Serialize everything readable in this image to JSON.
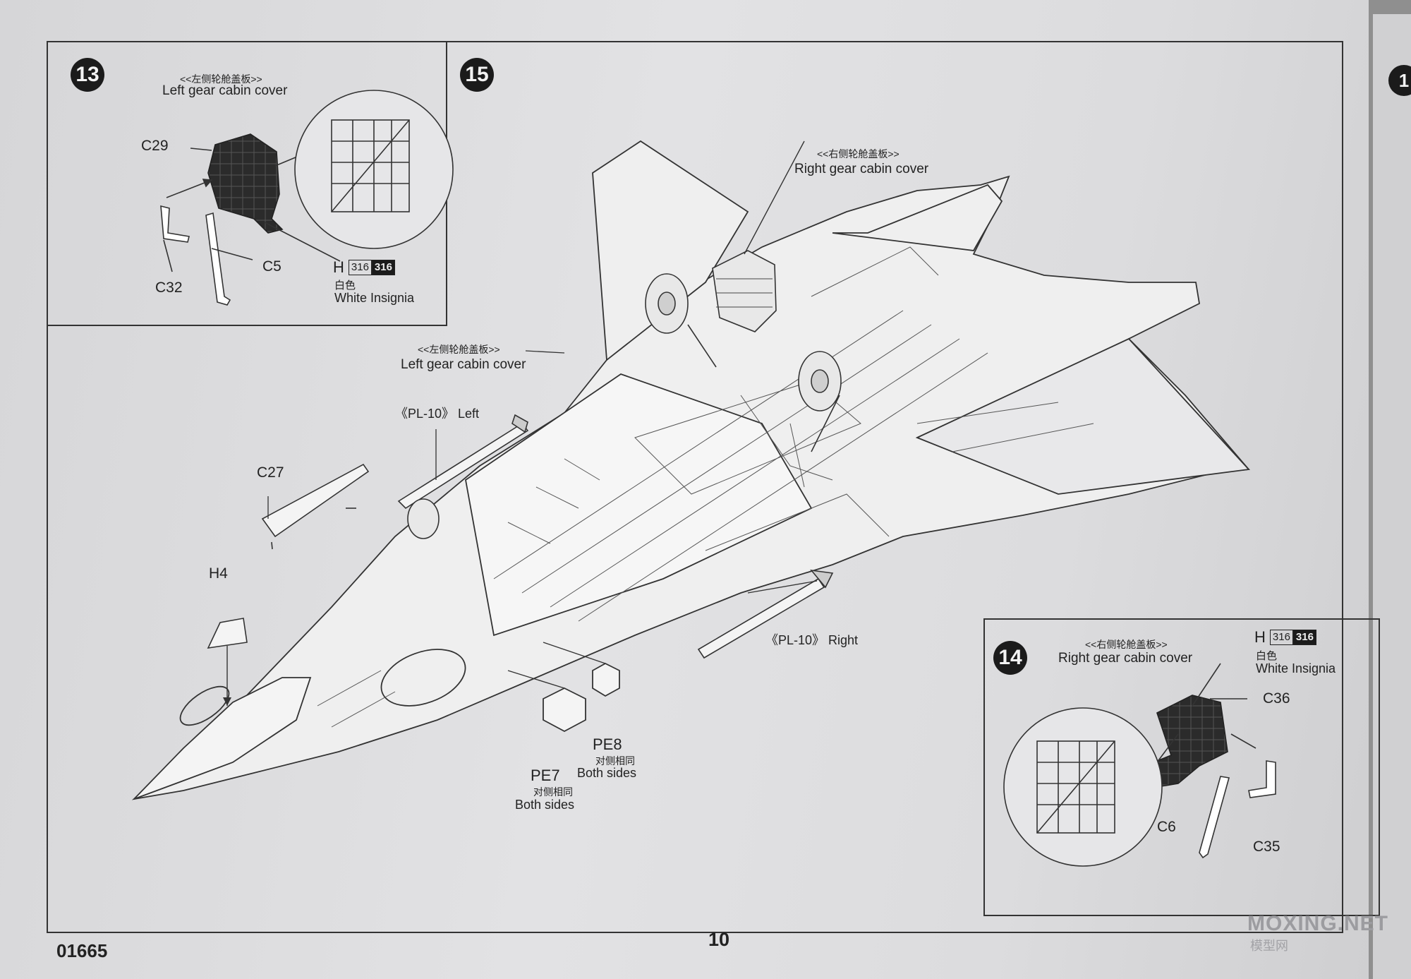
{
  "page": {
    "number": "10",
    "catalog_code": "01665",
    "watermark_main": "MOXING.NET",
    "watermark_sub": "模型网"
  },
  "step13": {
    "badge": "13",
    "title_cn": "<<左侧轮舱盖板>>",
    "title_en": "Left gear cabin cover",
    "parts": [
      "C29",
      "C32",
      "C5"
    ],
    "paint": {
      "code_letter": "H",
      "code_a": "316",
      "code_b": "316",
      "color_cn": "白色",
      "color_en": "White Insignia"
    }
  },
  "step15": {
    "badge": "15",
    "right_cover_cn": "<<右侧轮舱盖板>>",
    "right_cover_en": "Right gear cabin cover",
    "left_cover_cn": "<<左侧轮舱盖板>>",
    "left_cover_en": "Left gear cabin cover",
    "missile_left": "《PL-10》 Left",
    "missile_right": "《PL-10》 Right",
    "parts": [
      "C27",
      "H4"
    ],
    "pe7": {
      "label": "PE7",
      "note_cn": "对侧相同",
      "note_en": "Both sides"
    },
    "pe8": {
      "label": "PE8",
      "note_cn": "对侧相同",
      "note_en": "Both sides"
    }
  },
  "step14": {
    "badge": "14",
    "title_cn": "<<右侧轮舱盖板>>",
    "title_en": "Right gear cabin cover",
    "parts": [
      "C36",
      "C6",
      "C35"
    ],
    "paint": {
      "code_letter": "H",
      "code_a": "316",
      "code_b": "316",
      "color_cn": "白色",
      "color_en": "White Insignia"
    }
  },
  "edge_fragment": "1"
}
